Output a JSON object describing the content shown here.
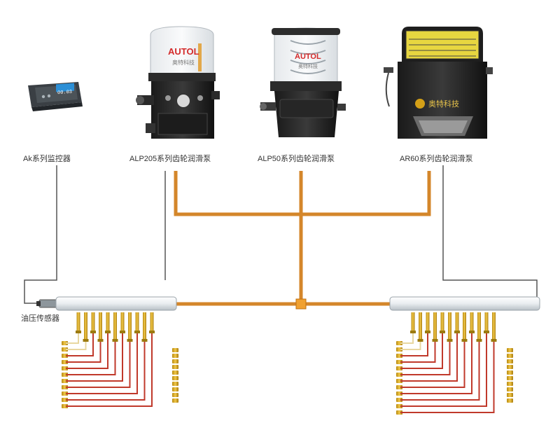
{
  "labels": {
    "monitor": "Ak系列监控器",
    "alp205": "ALP205系列齿轮润滑泵",
    "alp50": "ALP50系列齿轮润滑泵",
    "ar60": "AR60系列齿轮润滑泵",
    "sensor": "油压传感器"
  },
  "monitor_display": "00.03",
  "brand": {
    "logo": "AUTOL",
    "name_cn": "奥特科技"
  },
  "colors": {
    "oil_line": "#d4862a",
    "signal_line": "#555555",
    "red_line": "#c0392b",
    "fitting_gold": "#d4a017"
  }
}
